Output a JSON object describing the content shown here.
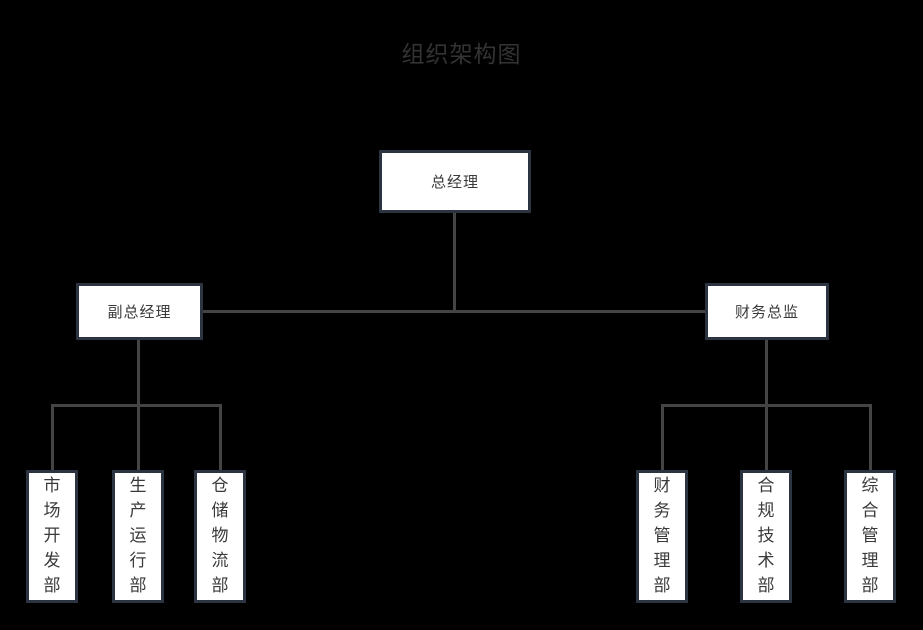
{
  "chart": {
    "title": "组织架构图",
    "background_color": "#000000",
    "node_fill_color": "#ffffff",
    "node_border_color": "#2b3440",
    "connector_color": "#444444",
    "title_color": "#333333"
  },
  "nodes": {
    "root": {
      "id": "general-manager",
      "label": "总经理",
      "level": 1
    },
    "level2": [
      {
        "id": "deputy-general-manager",
        "label": "副总经理",
        "level": 2
      },
      {
        "id": "finance-director",
        "label": "财务总监",
        "level": 2
      }
    ],
    "level3_left": [
      {
        "id": "market-development-dept",
        "label": "市场开发部",
        "level": 3
      },
      {
        "id": "production-operations-dept",
        "label": "生产运行部",
        "level": 3
      },
      {
        "id": "warehouse-logistics-dept",
        "label": "仓储物流部",
        "level": 3
      }
    ],
    "level3_right": [
      {
        "id": "finance-management-dept",
        "label": "财务管理部",
        "level": 3
      },
      {
        "id": "compliance-technology-dept",
        "label": "合规技术部",
        "level": 3
      },
      {
        "id": "general-administration-dept",
        "label": "综合管理部",
        "level": 3
      }
    ]
  }
}
